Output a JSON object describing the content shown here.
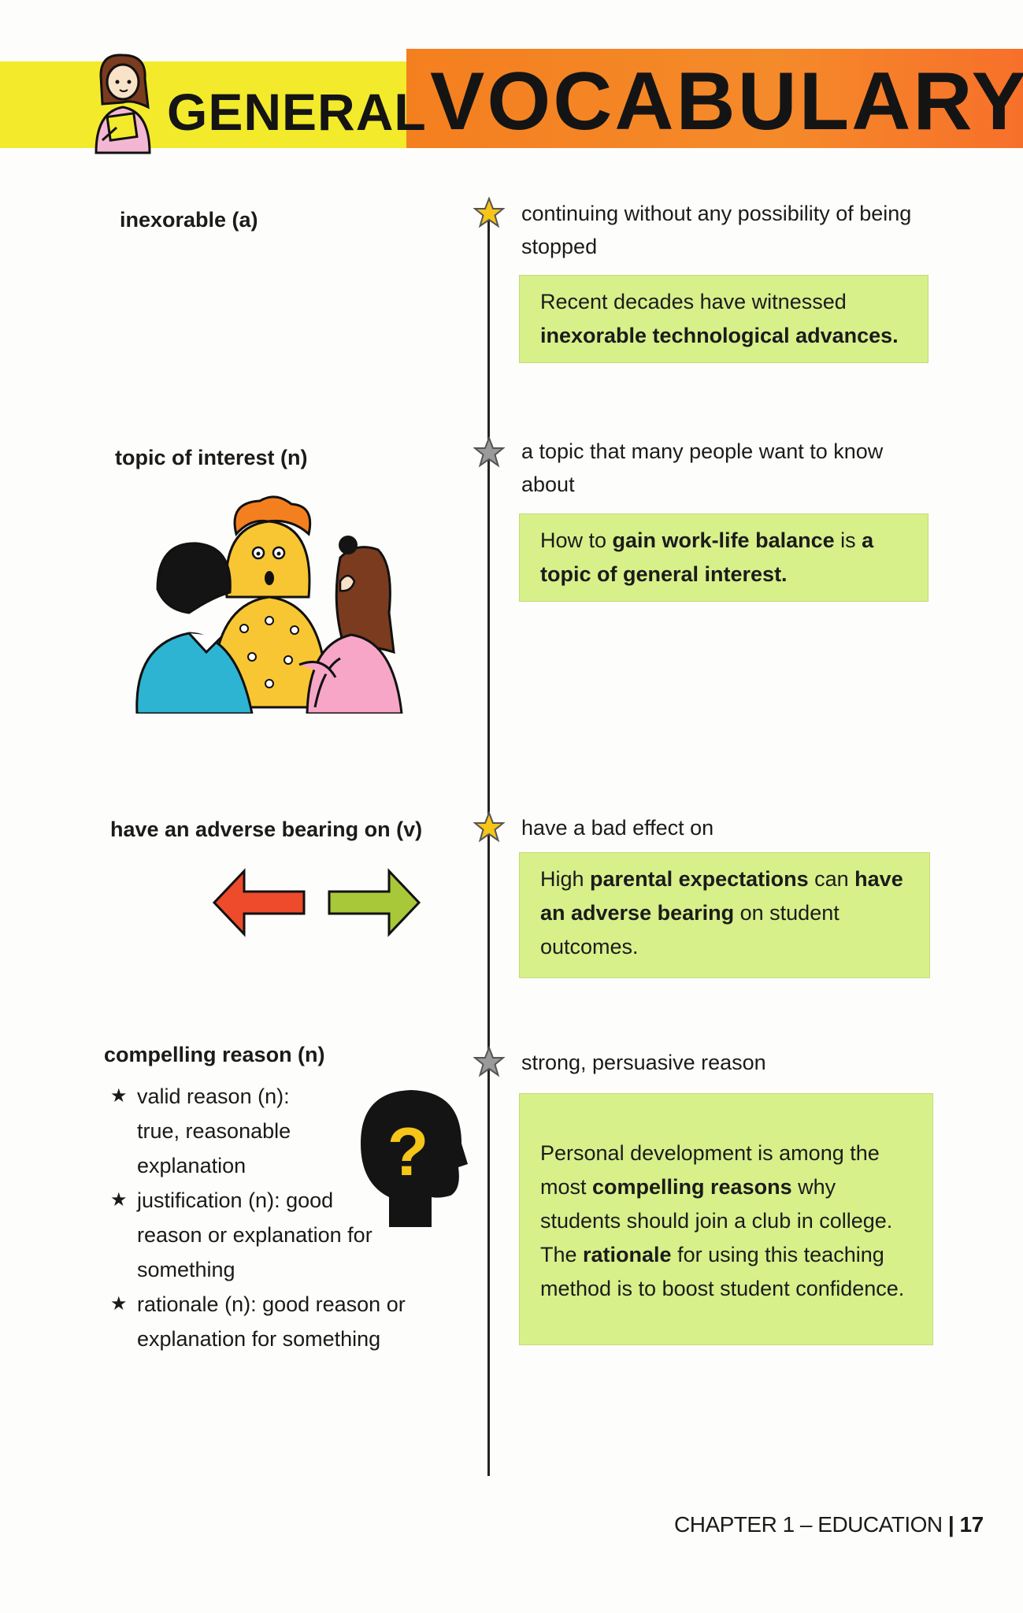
{
  "header": {
    "word1": "GENERAL",
    "word2": "VOCABULARY",
    "colors": {
      "yellow": "#f3ea2c",
      "orange": "#f47f1f"
    }
  },
  "entries": [
    {
      "term": "inexorable (a)",
      "definition": "continuing without any possibility of being stopped",
      "star_color": "#f5c518",
      "example": [
        {
          "text": "Recent decades have witnessed ",
          "bold": false
        },
        {
          "text": "inexorable technological advances.",
          "bold": true
        }
      ]
    },
    {
      "term": "topic of interest (n)",
      "definition": "a topic that many people want to know about",
      "star_color": "#9a9a9a",
      "example": [
        {
          "text": "How to ",
          "bold": false
        },
        {
          "text": "gain work-life balance",
          "bold": true
        },
        {
          "text": " is ",
          "bold": false
        },
        {
          "text": "a topic of general interest.",
          "bold": true
        }
      ]
    },
    {
      "term": "have an adverse bearing on (v)",
      "definition": "have a bad effect on",
      "star_color": "#f5c518",
      "example": [
        {
          "text": "High ",
          "bold": false
        },
        {
          "text": "parental expectations",
          "bold": true
        },
        {
          "text": " can ",
          "bold": false
        },
        {
          "text": "have an adverse bearing",
          "bold": true
        },
        {
          "text": " on student outcomes.",
          "bold": false
        }
      ]
    },
    {
      "term": "compelling reason (n)",
      "definition": "strong, persuasive reason",
      "star_color": "#9a9a9a",
      "example": [
        {
          "text": "Personal development is among the most ",
          "bold": false
        },
        {
          "text": "compelling reasons",
          "bold": true
        },
        {
          "text": " why students should join a club in college. The ",
          "bold": false
        },
        {
          "text": "rationale",
          "bold": true
        },
        {
          "text": " for using this teaching method is to boost student confidence.",
          "bold": false
        }
      ],
      "related": [
        {
          "bullet": "★",
          "text": "valid reason (n): true, reasonable explanation"
        },
        {
          "bullet": "★",
          "text": "justification (n): good reason or explanation for something"
        },
        {
          "bullet": "★",
          "text": "rationale (n): good reason or explanation for something"
        }
      ]
    }
  ],
  "icons": {
    "mascot": "girl-holding-book-icon",
    "illustration_2": "people-talking-illustration",
    "arrows": [
      "red-left-arrow-icon",
      "green-right-arrow-icon"
    ],
    "head": "head-question-mark-icon"
  },
  "footer": {
    "chapter": "CHAPTER 1 – EDUCATION",
    "separator": "|",
    "page": "17"
  }
}
